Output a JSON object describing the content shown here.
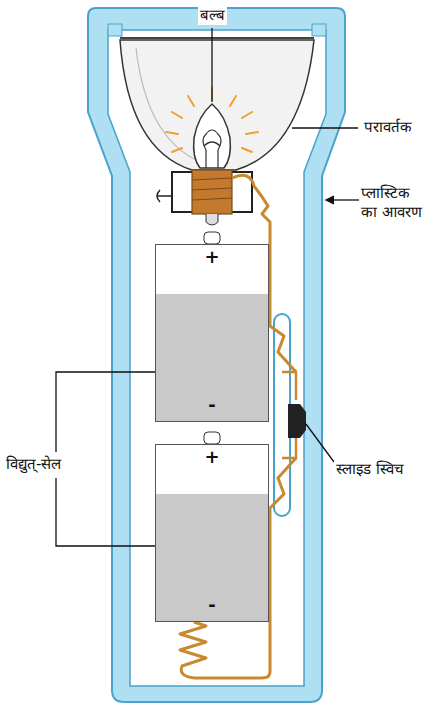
{
  "diagram": {
    "nodes": [
      {
        "text": [
          "+",
          "-"
        ]
      },
      {
        "text": [
          "+",
          "-"
        ]
      }
    ],
    "labels": [
      "बल्ब",
      "परावर्तक",
      "प्लास्टिक का आवरण",
      "विद्युत्-सेल",
      "स्लाइड स्विच"
    ]
  }
}
